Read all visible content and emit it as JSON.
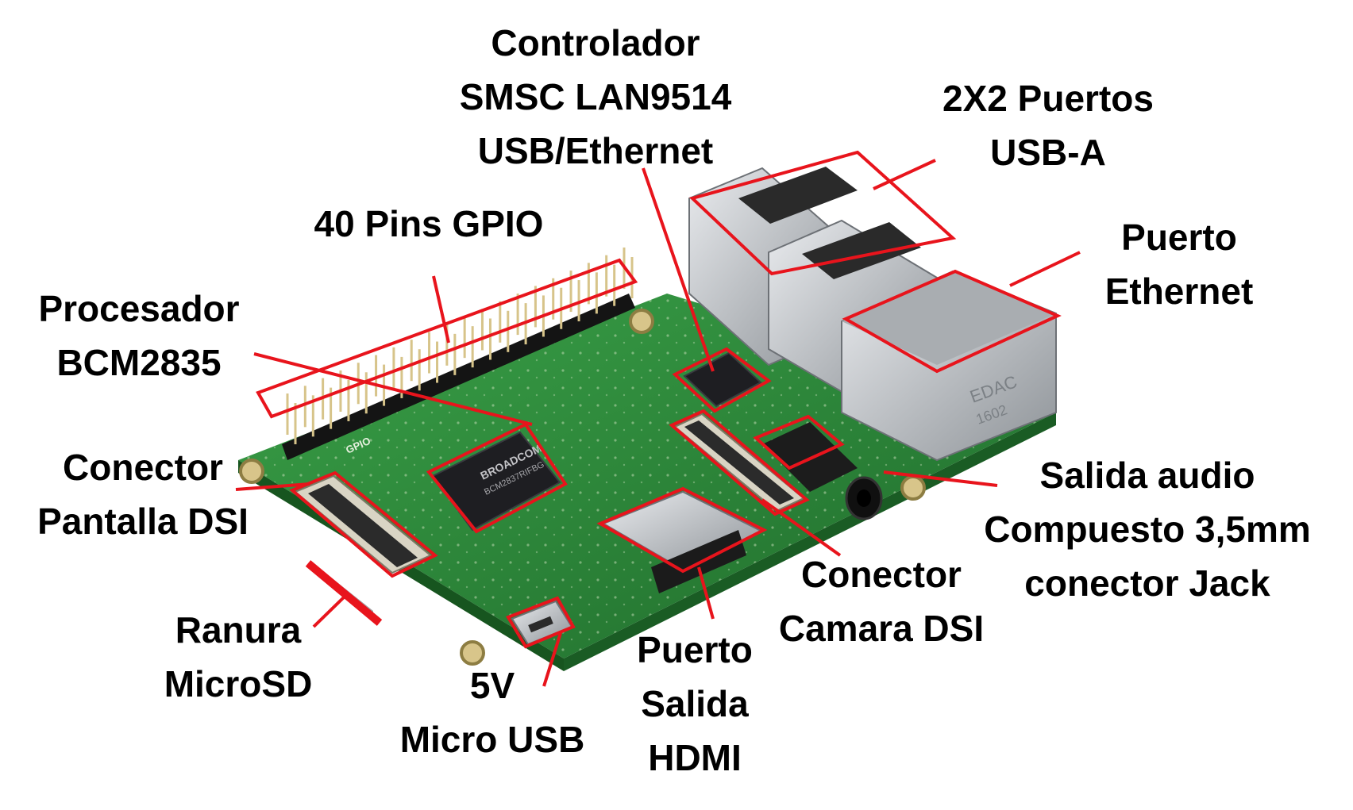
{
  "labels": {
    "controlador": [
      "Controlador",
      "SMSC LAN9514",
      "USB/Ethernet"
    ],
    "usb": [
      "2X2 Puertos",
      "USB-A"
    ],
    "ethernet": [
      "Puerto",
      "Ethernet"
    ],
    "gpio": [
      "40 Pins GPIO"
    ],
    "procesador": [
      "Procesador",
      "BCM2835"
    ],
    "dsi_display": [
      "Conector",
      "Pantalla DSI"
    ],
    "audio": [
      "Salida audio",
      "Compuesto 3,5mm",
      "conector Jack"
    ],
    "camara": [
      "Conector",
      "Camara DSI"
    ],
    "microsd": [
      "Ranura",
      "MicroSD"
    ],
    "power": [
      "5V",
      "Micro USB"
    ],
    "hdmi": [
      "Puerto",
      "Salida",
      "HDMI"
    ]
  },
  "board_markings": {
    "cpu_brand": "BROADCOM",
    "cpu_model": "BCM2837RIFBG",
    "ethernet_brand": "EDAC",
    "ethernet_code": "1602",
    "gpio_silkscreen": "GPIO"
  },
  "colors": {
    "highlight": "#e8141c",
    "pcb": "#2f8f3c",
    "pcb_dark": "#1f6a2b",
    "metal": "#c9ccd0",
    "chip": "#1e1e22"
  }
}
